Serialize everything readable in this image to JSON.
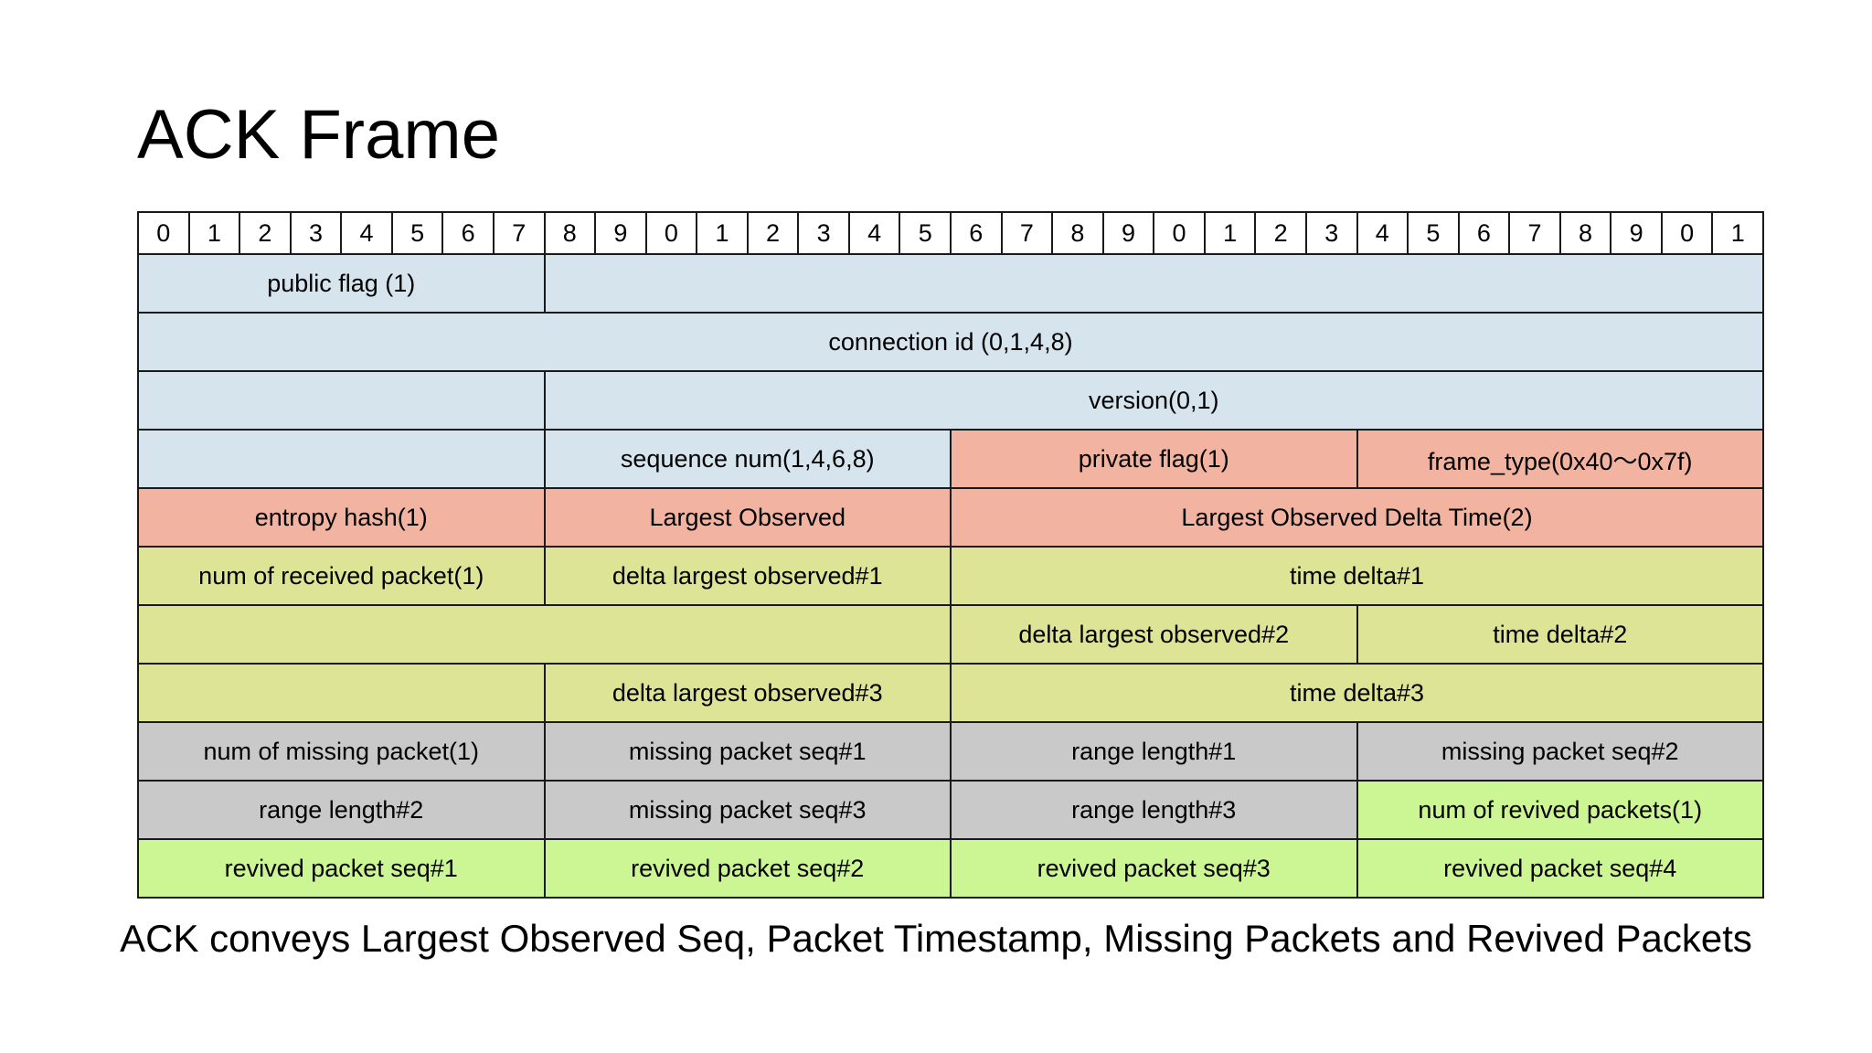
{
  "slide": {
    "title": "ACK Frame",
    "caption": "ACK conveys Largest Observed Seq, Packet Timestamp, Missing Packets and Revived Packets",
    "background": "#ffffff"
  },
  "colors": {
    "public_header_blue": "#d6e4ee",
    "private_header_red": "#f2b3a0",
    "ack_yellow": "#dde495",
    "missing_gray": "#c9c9c9",
    "revived_green": "#ccf593",
    "border": "#1a1a1a",
    "text": "#000000"
  },
  "bit_ruler": {
    "total_bits": 32,
    "labels": [
      "0",
      "1",
      "2",
      "3",
      "4",
      "5",
      "6",
      "7",
      "8",
      "9",
      "0",
      "1",
      "2",
      "3",
      "4",
      "5",
      "6",
      "7",
      "8",
      "9",
      "0",
      "1",
      "2",
      "3",
      "4",
      "5",
      "6",
      "7",
      "8",
      "9",
      "0",
      "1"
    ]
  },
  "rows": [
    {
      "index": 0,
      "name": "public-flag-row",
      "cells": [
        {
          "label": "public flag (1)",
          "bits": 8,
          "color": "c-blue"
        },
        {
          "label": "",
          "bits": 24,
          "color": "c-blue"
        }
      ]
    },
    {
      "index": 1,
      "name": "connection-id-row",
      "cells": [
        {
          "label": "connection id (0,1,4,8)",
          "bits": 32,
          "color": "c-blue"
        }
      ]
    },
    {
      "index": 2,
      "name": "version-row",
      "cells": [
        {
          "label": "",
          "bits": 8,
          "color": "c-blue"
        },
        {
          "label": "version(0,1)",
          "bits": 24,
          "color": "c-blue"
        }
      ]
    },
    {
      "index": 3,
      "name": "sequence-number-row",
      "cells": [
        {
          "label": "",
          "bits": 8,
          "color": "c-blue"
        },
        {
          "label": "sequence num(1,4,6,8)",
          "bits": 8,
          "color": "c-blue"
        },
        {
          "label": "private flag(1)",
          "bits": 8,
          "color": "c-red"
        },
        {
          "label": "frame_type(0x40～0x7f)",
          "bits": 8,
          "color": "c-red"
        }
      ]
    },
    {
      "index": 4,
      "name": "entropy-largest-observed-row",
      "cells": [
        {
          "label": "entropy hash(1)",
          "bits": 8,
          "color": "c-red"
        },
        {
          "label": "Largest Observed",
          "bits": 8,
          "color": "c-red"
        },
        {
          "label": "Largest Observed Delta Time(2)",
          "bits": 16,
          "color": "c-red"
        }
      ]
    },
    {
      "index": 5,
      "name": "received-packet-row",
      "cells": [
        {
          "label": "num of received packet(1)",
          "bits": 8,
          "color": "c-yellow"
        },
        {
          "label": "delta largest observed#1",
          "bits": 8,
          "color": "c-yellow"
        },
        {
          "label": "time delta#1",
          "bits": 16,
          "color": "c-yellow"
        }
      ]
    },
    {
      "index": 6,
      "name": "delta-observed-2-row",
      "cells": [
        {
          "label": "",
          "bits": 16,
          "color": "c-yellow"
        },
        {
          "label": "delta largest observed#2",
          "bits": 8,
          "color": "c-yellow"
        },
        {
          "label": "time delta#2",
          "bits": 8,
          "color": "c-yellow"
        }
      ]
    },
    {
      "index": 7,
      "name": "delta-observed-3-row",
      "cells": [
        {
          "label": "",
          "bits": 8,
          "color": "c-yellow"
        },
        {
          "label": "delta largest observed#3",
          "bits": 8,
          "color": "c-yellow"
        },
        {
          "label": "time delta#3",
          "bits": 16,
          "color": "c-yellow"
        }
      ]
    },
    {
      "index": 8,
      "name": "missing-packet-row-1",
      "cells": [
        {
          "label": "num of missing packet(1)",
          "bits": 8,
          "color": "c-gray"
        },
        {
          "label": "missing packet  seq#1",
          "bits": 8,
          "color": "c-gray"
        },
        {
          "label": "range length#1",
          "bits": 8,
          "color": "c-gray"
        },
        {
          "label": "missing packet seq#2",
          "bits": 8,
          "color": "c-gray"
        }
      ]
    },
    {
      "index": 9,
      "name": "missing-packet-row-2",
      "cells": [
        {
          "label": "range length#2",
          "bits": 8,
          "color": "c-gray"
        },
        {
          "label": "missing packet seq#3",
          "bits": 8,
          "color": "c-gray"
        },
        {
          "label": "range length#3",
          "bits": 8,
          "color": "c-gray"
        },
        {
          "label": "num of revived packets(1)",
          "bits": 8,
          "color": "c-green"
        }
      ]
    },
    {
      "index": 10,
      "name": "revived-packet-row",
      "cells": [
        {
          "label": "revived packet seq#1",
          "bits": 8,
          "color": "c-green",
          "align": "left"
        },
        {
          "label": "revived packet seq#2",
          "bits": 8,
          "color": "c-green",
          "align": "left"
        },
        {
          "label": "revived packet seq#3",
          "bits": 8,
          "color": "c-green",
          "align": "left"
        },
        {
          "label": "revived packet seq#4",
          "bits": 8,
          "color": "c-green"
        }
      ]
    }
  ]
}
